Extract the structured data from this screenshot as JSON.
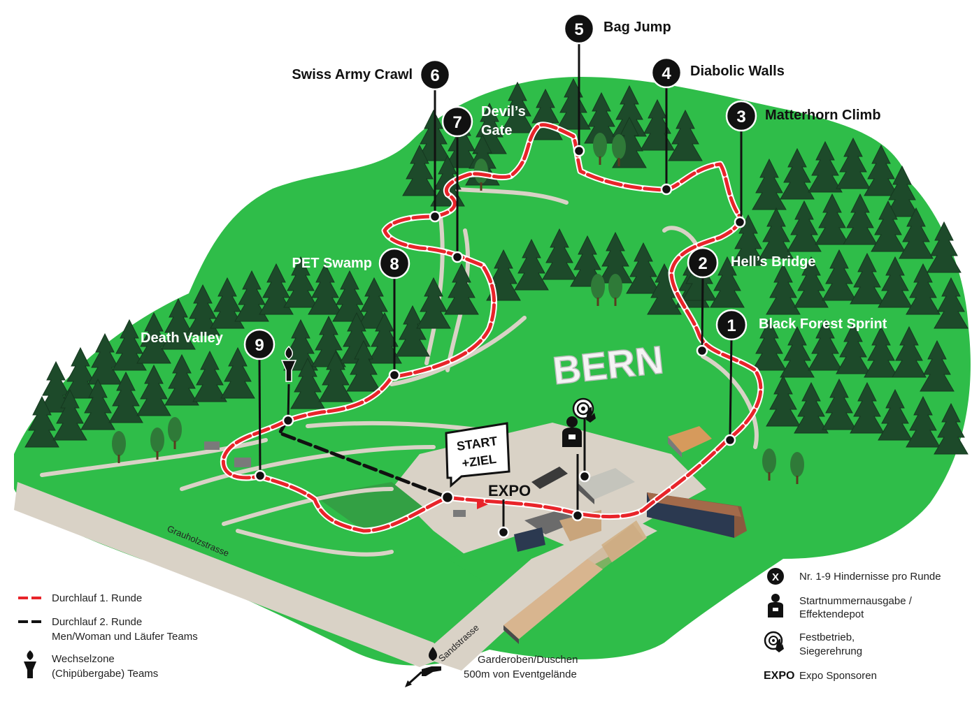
{
  "obstacles": [
    {
      "num": "1",
      "name": "Black Forest Sprint"
    },
    {
      "num": "2",
      "name": "Hell’s Bridge"
    },
    {
      "num": "3",
      "name": "Matterhorn Climb"
    },
    {
      "num": "4",
      "name": "Diabolic Walls"
    },
    {
      "num": "5",
      "name": "Bag Jump"
    },
    {
      "num": "6",
      "name": "Swiss Army Crawl"
    },
    {
      "num": "7",
      "name_line1": "Devil’s",
      "name_line2": "Gate"
    },
    {
      "num": "8",
      "name": "PET Swamp"
    },
    {
      "num": "9",
      "name": "Death Valley"
    }
  ],
  "map": {
    "bern_sign": "BERN",
    "start_line1": "START",
    "start_line2": "+ZIEL",
    "expo_label": "EXPO",
    "road_grauholz": "Grauholzstrasse",
    "road_sand": "Sandstrasse"
  },
  "legend_left": {
    "round1": "Durchlauf 1. Runde",
    "round2": "Durchlauf 2. Runde",
    "round2_sub": "Men/Woman und Läufer Teams",
    "relay": "Wechselzone",
    "relay_sub": "(Chipübergabe) Teams"
  },
  "legend_center": {
    "line1": "Garderoben/Duschen",
    "line2": "500m von Eventgelände"
  },
  "legend_right": {
    "obstacles": "Nr. 1-9 Hindernisse pro Runde",
    "obstacles_symbol": "X",
    "bib_line1": "Startnummernausgabe /",
    "bib_line2": "Effektendepot",
    "fest_line1": "Festbetrieb,",
    "fest_line2": "Siegerehrung",
    "expo_symbol": "EXPO",
    "expo": "Expo Sponsoren"
  },
  "colors": {
    "grass": "#2fbd49",
    "forest": "#1d4a2a",
    "path": "#d9d2c6",
    "route_round1": "#e8242a",
    "route_round2": "#111111"
  }
}
